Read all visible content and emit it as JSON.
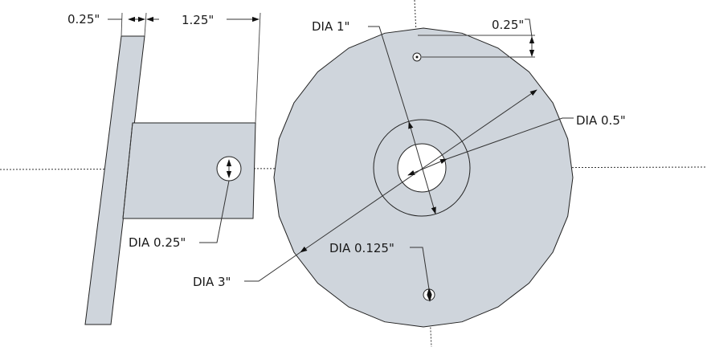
{
  "dimensions": {
    "plate_thickness": "0.25\"",
    "hub_length": "1.25\"",
    "inner_ring_dia": "DIA 1\"",
    "hole_offset": "0.25\"",
    "bore_dia": "DIA 0.5\"",
    "cross_hole_dia": "DIA 0.25\"",
    "outer_dia": "DIA 3\"",
    "small_hole_dia": "DIA 0.125\""
  },
  "colors": {
    "part_fill": "#cfd5dc",
    "stroke": "#222222",
    "background": "#ffffff"
  }
}
